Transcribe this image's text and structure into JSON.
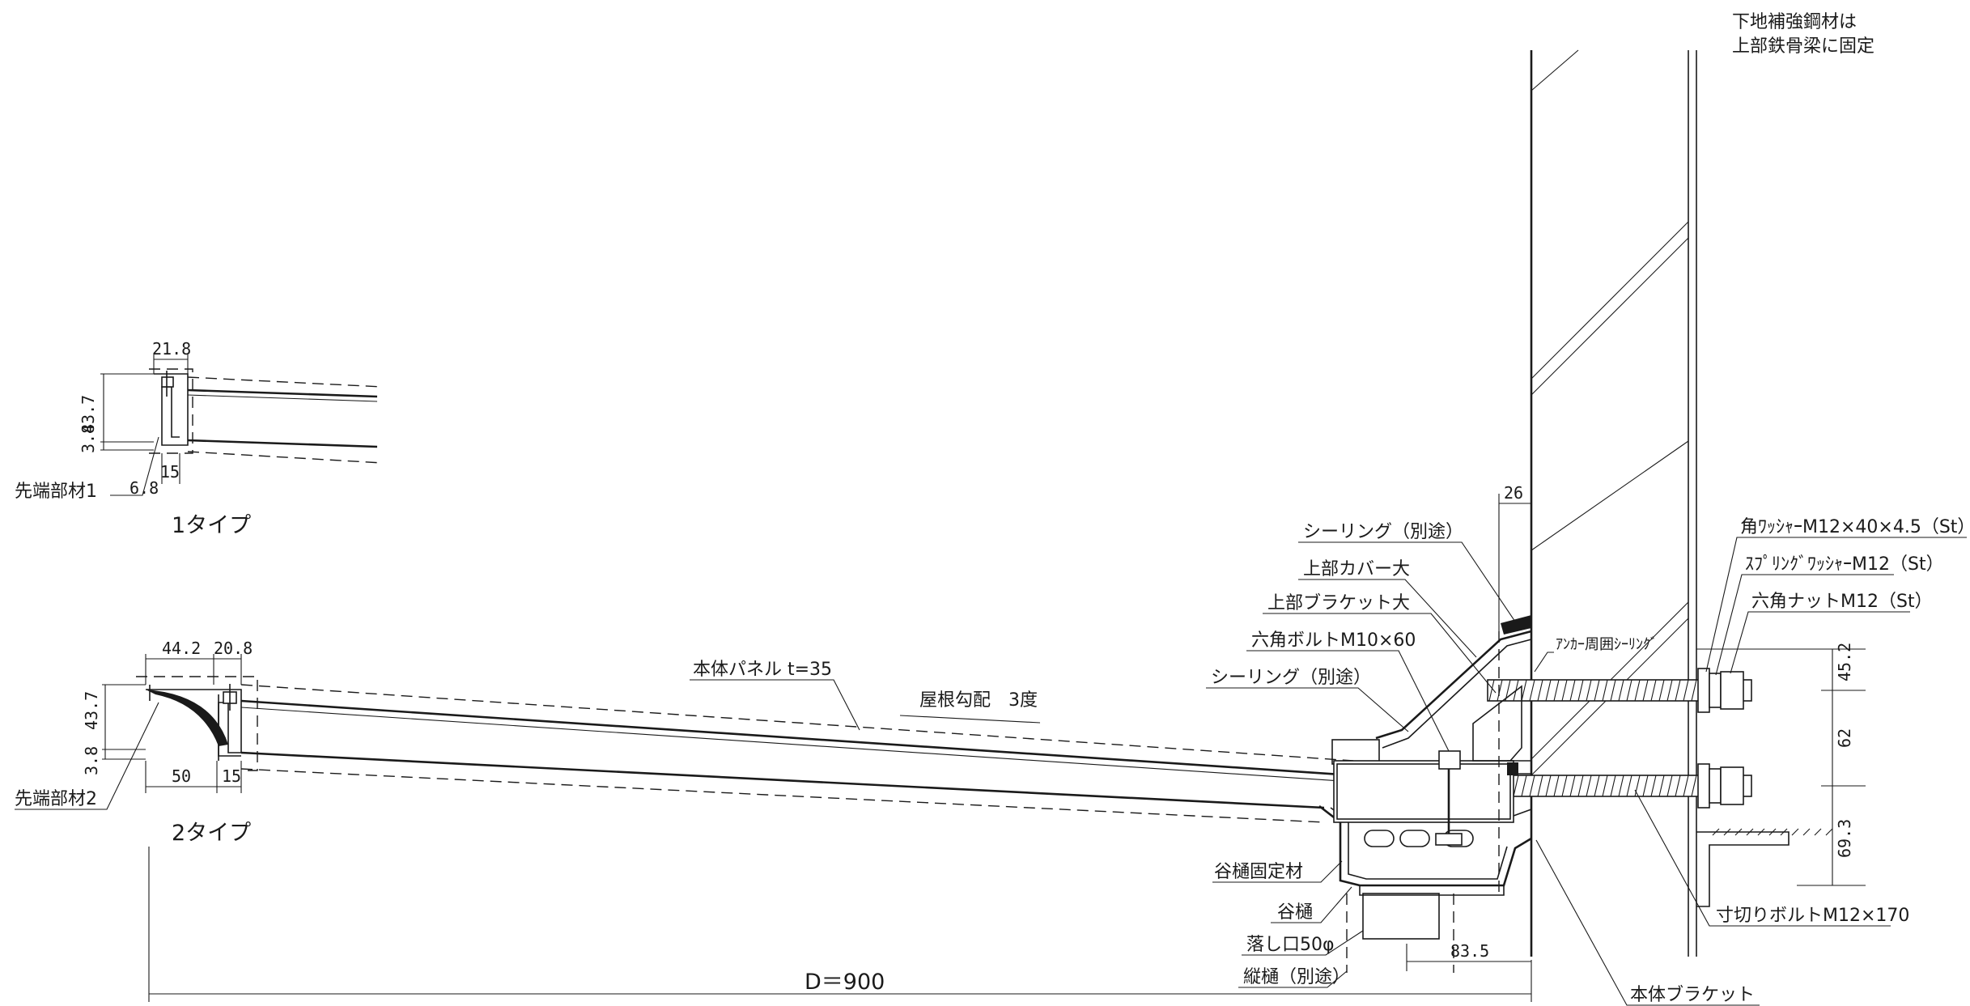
{
  "labels": {
    "reinforcement_line1": "下地補強鋼材は",
    "reinforcement_line2": "上部鉄骨梁に固定",
    "sealing_top": "シーリング（別途）",
    "upper_cover": "上部カバー大",
    "upper_bracket": "上部ブラケット大",
    "hex_bolt": "六角ボルトM10×60",
    "sealing_mid": "シーリング（別途）",
    "anchor_sealing": "ｱﾝｶｰ周囲ｼｰﾘﾝｸﾞ",
    "square_washer": "角ﾜｯｼｬｰM12×40×4.5（St）",
    "spring_washer": "ｽﾌﾟﾘﾝｸﾞﾜｯｼｬｰM12（St）",
    "hex_nut": "六角ナットM12（St）",
    "main_panel": "本体パネル t=35",
    "roof_pitch": "屋根勾配　3度",
    "gutter_fixing": "谷樋固定材",
    "gutter": "谷樋",
    "drain_outlet": "落し口50φ",
    "downpipe": "縦樋（別途）",
    "cut_bolt": "寸切りボルトM12×170",
    "body_bracket": "本体ブラケット",
    "tip_member_1": "先端部材1",
    "tip_member_2": "先端部材2",
    "type1": "1タイプ",
    "type2": "2タイプ"
  },
  "dimensions": {
    "t1_width": "21.8",
    "t1_height_a": "43.7",
    "t1_height_b": "3.8",
    "t1_bottom_a": "6.8",
    "t1_bottom_b": "15",
    "t2_top_a": "44.2",
    "t2_top_b": "20.8",
    "t2_height_a": "43.7",
    "t2_height_b": "3.8",
    "t2_bottom_a": "50",
    "t2_bottom_b": "15",
    "wall_gap": "26",
    "bolt_dim_a": "45.2",
    "bolt_dim_b": "62",
    "bolt_dim_c": "69.3",
    "outlet_offset": "83.5",
    "overall_depth": "D＝900"
  }
}
